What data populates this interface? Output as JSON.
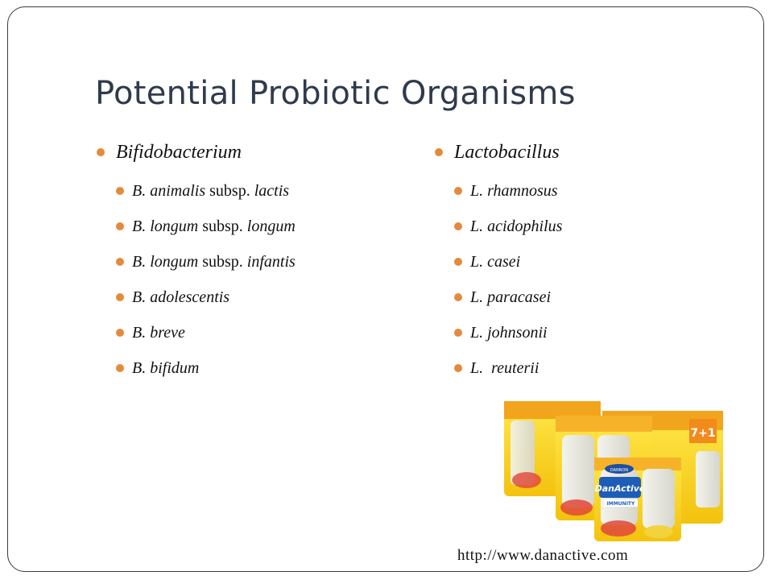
{
  "slide": {
    "title": "Potential Probiotic Organisms",
    "left_column": {
      "heading": "Bifidobacterium",
      "items": [
        {
          "a": "B. animalis",
          "b": " subsp. ",
          "c": "lactis"
        },
        {
          "a": "B. longum",
          "b": " subsp. ",
          "c": "longum"
        },
        {
          "a": "B. longum",
          "b": " subsp. ",
          "c": "infantis"
        },
        {
          "a": "B. adolescentis",
          "b": "",
          "c": ""
        },
        {
          "a": "B. breve",
          "b": "",
          "c": ""
        },
        {
          "a": "B. bifidum",
          "b": "",
          "c": ""
        }
      ]
    },
    "right_column": {
      "heading": "Lactobacillus",
      "items": [
        {
          "a": "L. rhamnosus"
        },
        {
          "a": "L. acidophilus"
        },
        {
          "a": "L. casei"
        },
        {
          "a": "L. paracasei"
        },
        {
          "a": "L. johnsonii"
        },
        {
          "a": "L.  reuterii"
        }
      ]
    },
    "image": {
      "brand_text": "DanActive",
      "maker_text": "DANNON",
      "banner_text": "IMMUNITY",
      "pack_text": "7+1"
    },
    "source_url": "http://www.danactive.com",
    "colors": {
      "bullet": "#e48a3c",
      "title": "#2f3b4c",
      "border": "#3a3a3a"
    }
  }
}
